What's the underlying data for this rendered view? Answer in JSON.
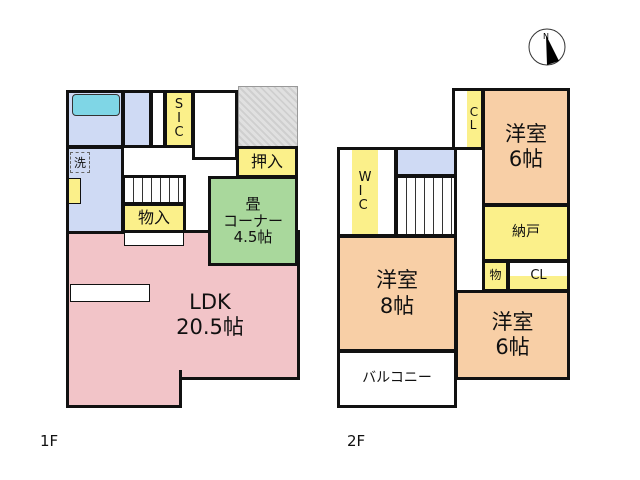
{
  "floor1": {
    "label": "1F",
    "rooms": {
      "ldk": "LDK\n20.5帖",
      "tatami": "畳\nコーナー\n4.5帖",
      "oshiire": "押入",
      "sic": "S\nI\nC",
      "monoire": "物入",
      "sen": "洗"
    }
  },
  "floor2": {
    "label": "2F",
    "rooms": {
      "western_top": "洋室\n6帖",
      "western_8": "洋室\n8帖",
      "western_bottom": "洋室\n6帖",
      "wic": "W\nI\nC",
      "cl_top": "C\nL",
      "nando": "納戸",
      "mono": "物",
      "cl_small": "CL",
      "balcony": "バルコニー"
    }
  },
  "compass": {
    "label": "N"
  },
  "colors": {
    "ldk": "#f2c4c8",
    "western": "#f8cfa6",
    "storage": "#fbf08a",
    "tatami": "#a9d89c",
    "water": "#cfdaf4"
  }
}
